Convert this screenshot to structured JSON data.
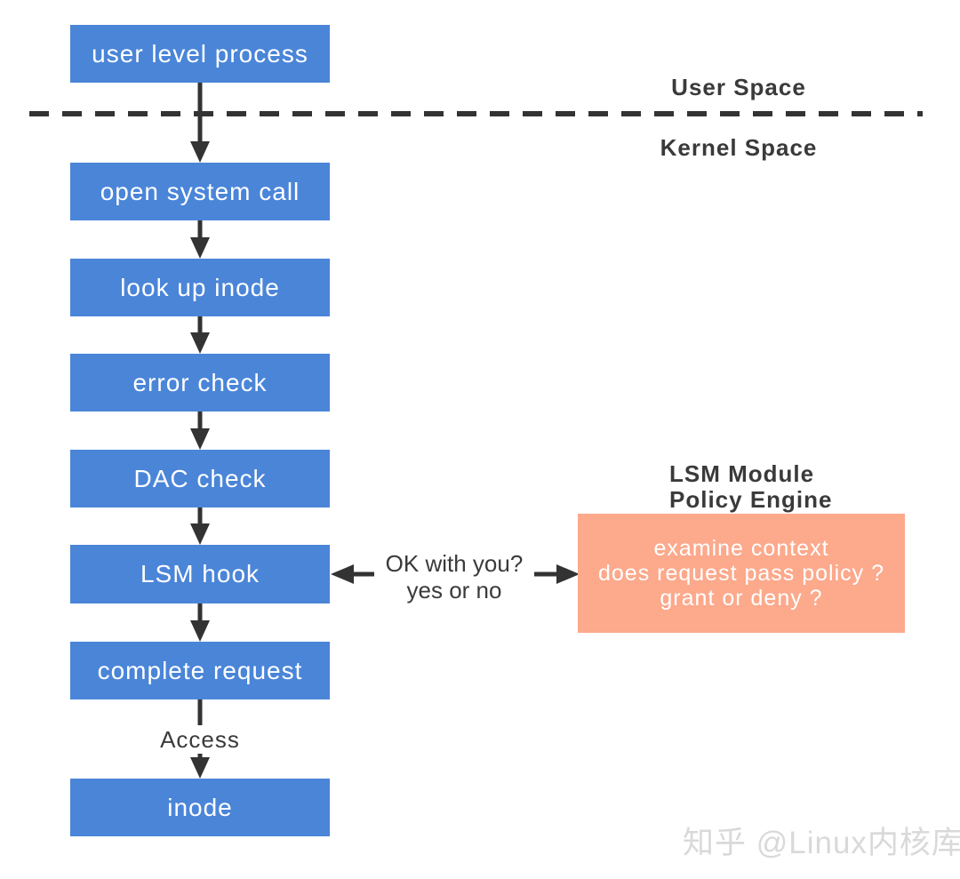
{
  "diagram": {
    "colors": {
      "node_fill": "#4a85d8",
      "node_text": "#ffffff",
      "engine_fill": "#fca98c",
      "arrow": "#333333",
      "label_text": "#3a3a3a",
      "watermark": "#d9d9d9"
    },
    "flow_nodes": [
      {
        "label": "user level process"
      },
      {
        "label": "open system call"
      },
      {
        "label": "look up inode"
      },
      {
        "label": "error check"
      },
      {
        "label": "DAC check"
      },
      {
        "label": "LSM hook"
      },
      {
        "label": "complete request"
      },
      {
        "label": "inode"
      }
    ],
    "regions": {
      "user_space": "User Space",
      "kernel_space": "Kernel Space"
    },
    "engine": {
      "heading_line1": "LSM Module",
      "heading_line2": "Policy Engine",
      "box_lines": [
        "examine context",
        "does request pass policy ?",
        "grant or deny ?"
      ]
    },
    "edge_labels": {
      "query_line1": "OK with you?",
      "query_line2": "yes or no",
      "access": "Access"
    },
    "watermark": "知乎 @Linux内核库"
  }
}
